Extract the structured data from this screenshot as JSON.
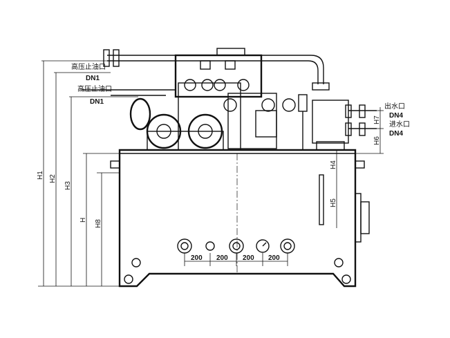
{
  "labels": {
    "hp_outlet_1": "高压止油口",
    "hp_dn_1": "DN1",
    "hp_outlet_2": "高压止油口",
    "hp_dn_2": "DN1",
    "water_out": "出水口",
    "water_out_dn": "DN4",
    "water_in": "进水口",
    "water_in_dn": "DN4"
  },
  "dimensions": {
    "h1": "H1",
    "h2": "H2",
    "h3": "H3",
    "h": "H",
    "h8": "H8",
    "h4": "H4",
    "h5": "H5",
    "h6": "H6",
    "h7": "H7",
    "spacing": [
      "200",
      "200",
      "200",
      "200"
    ]
  }
}
